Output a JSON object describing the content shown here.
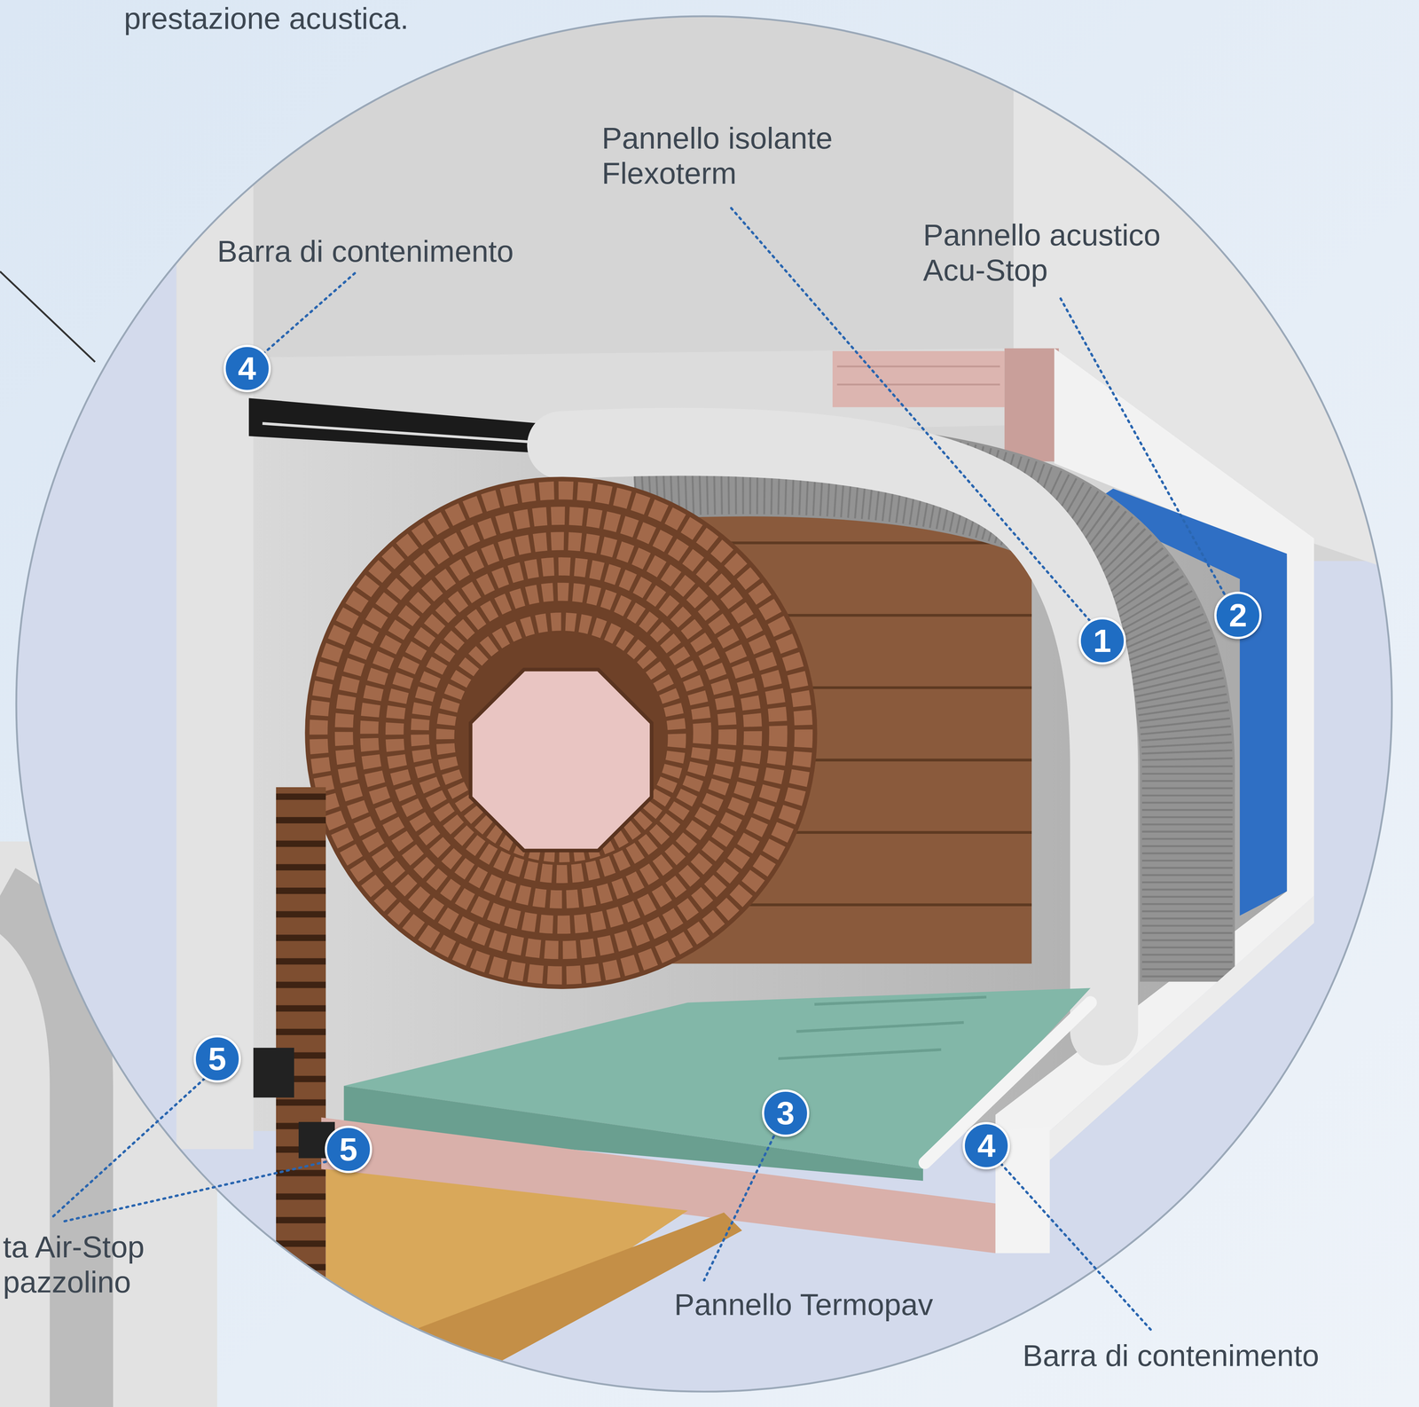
{
  "diagram": {
    "nodes": [
      {
        "text": [
          "4"
        ]
      },
      {
        "text": [
          "1"
        ]
      },
      {
        "text": [
          "2"
        ]
      },
      {
        "text": [
          "5"
        ]
      },
      {
        "text": [
          "5"
        ]
      },
      {
        "text": [
          "3"
        ]
      },
      {
        "text": [
          "4"
        ]
      }
    ],
    "labels": [
      "prestazione acustica.",
      "Pannello isolante Flexoterm",
      "Barra di contenimento",
      "Pannello acustico Acu-Stop",
      "ta Air-Stop pazzolino",
      "Pannello Termopav",
      "Barra di contenimento"
    ]
  }
}
